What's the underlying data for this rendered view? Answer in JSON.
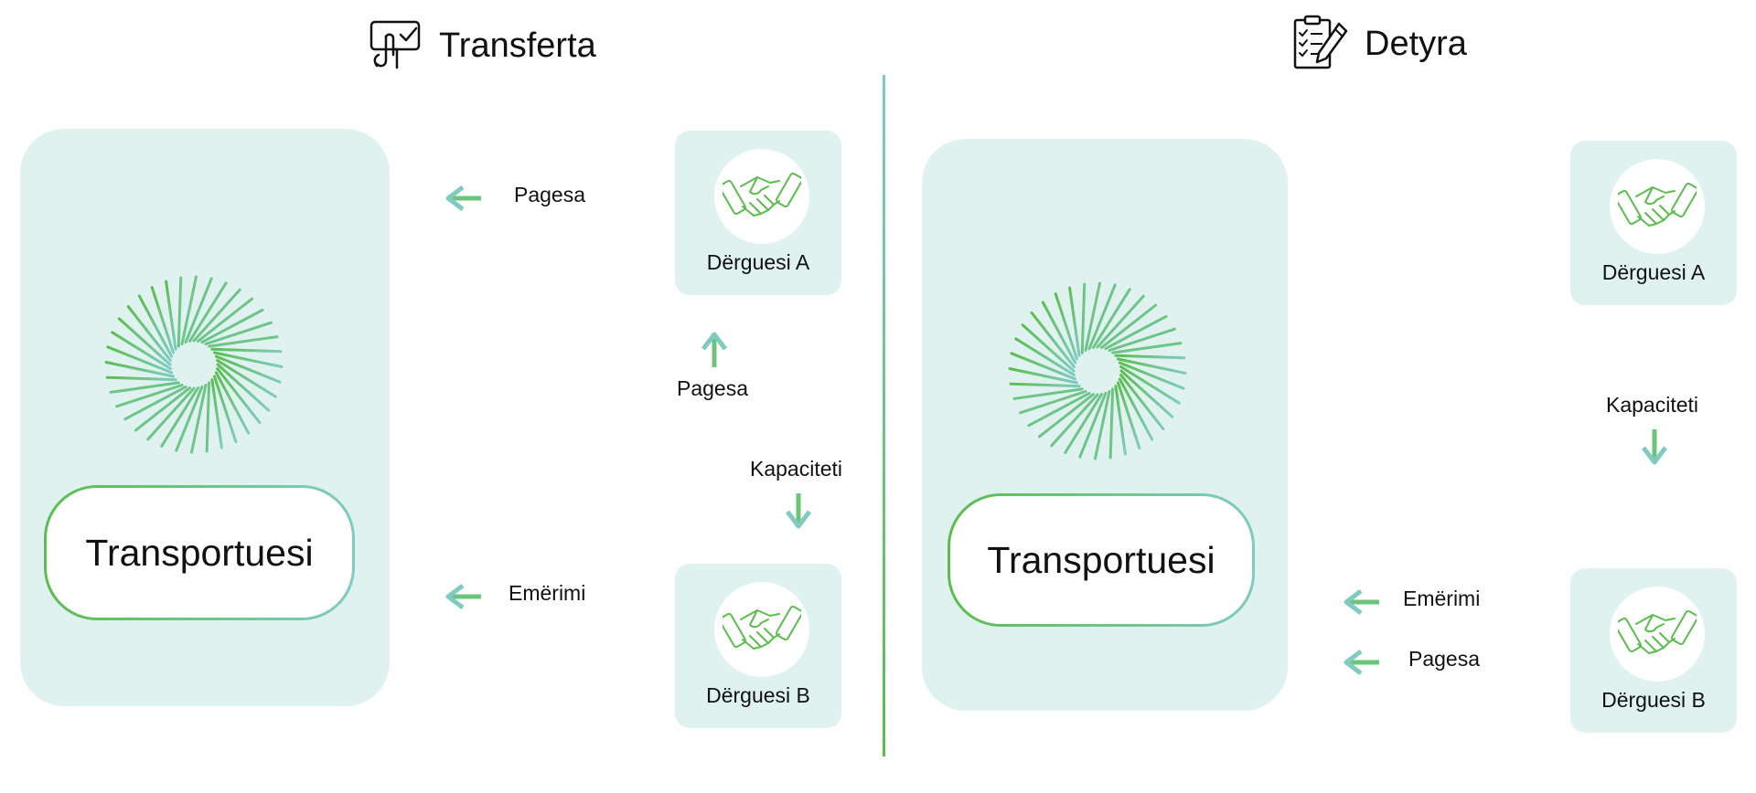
{
  "colors": {
    "panel": "#dff2ef",
    "accent_green": "#5cbd4e",
    "accent_teal": "#7fcbc2",
    "text": "#111111"
  },
  "left": {
    "title": "Transferta",
    "title_icon": "touch-checkbox-icon",
    "hub_label": "Transportuesi",
    "card_a": "Dërguesi A",
    "card_b": "Dërguesi B",
    "arrow_top_label": "Pagesa",
    "arrow_up_label": "Pagesa",
    "arrow_down_label": "Kapaciteti",
    "arrow_bottom_label": "Emërimi"
  },
  "right": {
    "title": "Detyra",
    "title_icon": "checklist-pencil-icon",
    "hub_label": "Transportuesi",
    "card_a": "Dërguesi A",
    "card_b": "Dërguesi B",
    "arrow_down_label": "Kapaciteti",
    "arrow_mid_label": "Emërimi",
    "arrow_bottom_label": "Pagesa"
  }
}
